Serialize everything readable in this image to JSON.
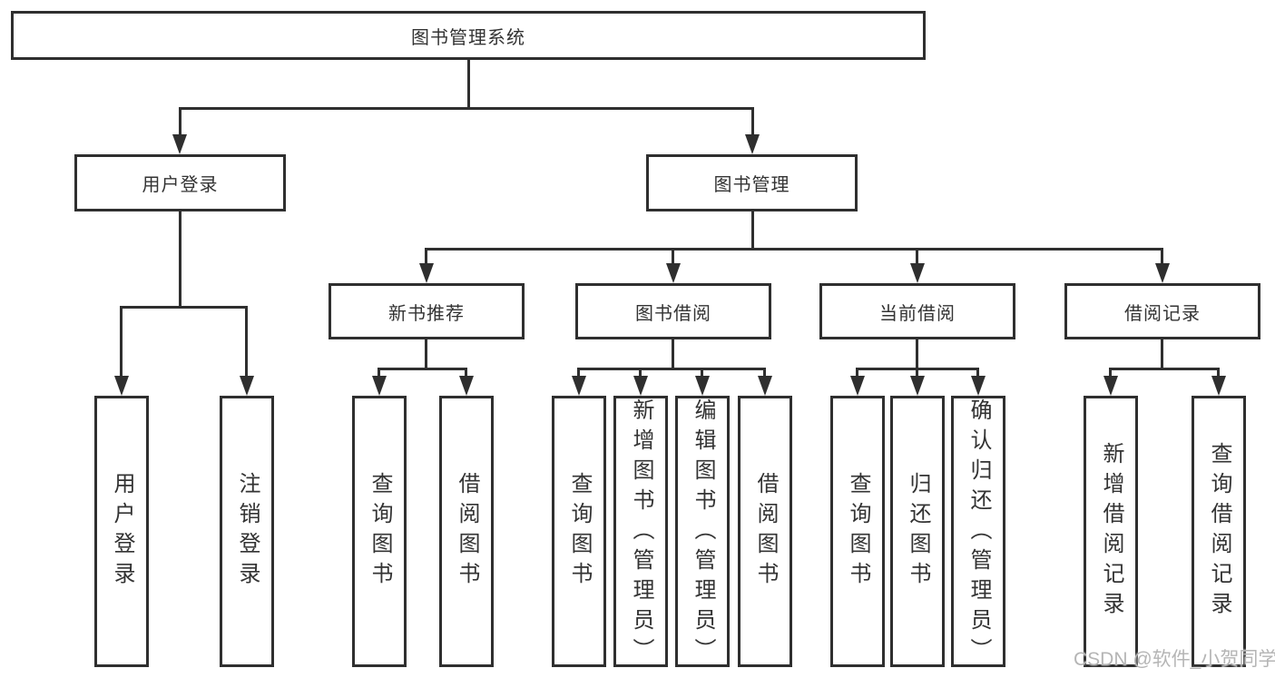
{
  "colors": {
    "background": "#ffffff",
    "line": "#2f2f2f",
    "box_border": "#2f2f2f",
    "text": "#333333",
    "watermark_text": "#b5b5b5"
  },
  "diagram": {
    "type": "hierarchy-tree",
    "root": {
      "id": "library-management-system",
      "label": "图书管理系统"
    },
    "level2": [
      {
        "id": "user-login",
        "label": "用户登录",
        "parent": "library-management-system"
      },
      {
        "id": "book-management",
        "label": "图书管理",
        "parent": "library-management-system"
      }
    ],
    "level3": [
      {
        "id": "new-book-recommendation",
        "label": "新书推荐",
        "parent": "book-management"
      },
      {
        "id": "book-borrowing",
        "label": "图书借阅",
        "parent": "book-management"
      },
      {
        "id": "current-borrowing",
        "label": "当前借阅",
        "parent": "book-management"
      },
      {
        "id": "borrowing-records",
        "label": "借阅记录",
        "parent": "book-management"
      }
    ],
    "leaves": [
      {
        "id": "user-login-action",
        "label": "用户登录",
        "parent": "user-login"
      },
      {
        "id": "logout-action",
        "label": "注销登录",
        "parent": "user-login"
      },
      {
        "id": "query-books-recommend",
        "label": "查询图书",
        "parent": "new-book-recommendation"
      },
      {
        "id": "borrow-books-recommend",
        "label": "借阅图书",
        "parent": "new-book-recommendation"
      },
      {
        "id": "query-books-borrowing",
        "label": "查询图书",
        "parent": "book-borrowing"
      },
      {
        "id": "add-books-admin",
        "label": "新增图书（管理员）",
        "parent": "book-borrowing"
      },
      {
        "id": "edit-books-admin",
        "label": "编辑图书（管理员）",
        "parent": "book-borrowing"
      },
      {
        "id": "borrow-books-borrowing",
        "label": "借阅图书",
        "parent": "book-borrowing"
      },
      {
        "id": "query-books-current",
        "label": "查询图书",
        "parent": "current-borrowing"
      },
      {
        "id": "return-books",
        "label": "归还图书",
        "parent": "current-borrowing"
      },
      {
        "id": "confirm-return-admin",
        "label": "确认归还（管理员）",
        "parent": "current-borrowing"
      },
      {
        "id": "add-borrowing-record",
        "label": "新增借阅记录",
        "parent": "borrowing-records"
      },
      {
        "id": "query-borrowing-record",
        "label": "查询借阅记录",
        "parent": "borrowing-records"
      }
    ]
  },
  "watermark": {
    "text": "CSDN @软件_小贺同学"
  }
}
